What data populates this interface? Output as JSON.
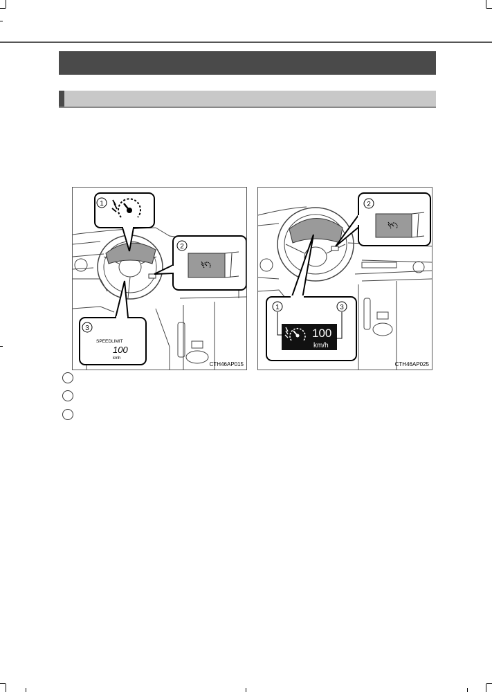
{
  "figures": [
    {
      "code": "CTH46AP015",
      "callouts": [
        "1",
        "2",
        "3"
      ],
      "speed_limit_label": "SPEEDLIMIT",
      "speed_value": "100",
      "speed_unit": "kmh"
    },
    {
      "code": "CTH46AP025",
      "callouts": [
        "1",
        "2",
        "3"
      ],
      "speed_value": "100",
      "speed_unit": "km/h"
    }
  ],
  "legend_items": [
    {
      "number": ""
    },
    {
      "number": ""
    },
    {
      "number": ""
    }
  ],
  "icons": {
    "cruise": "speed-limiter-icon"
  },
  "colors": {
    "title_bar": "#4a4a4a",
    "section_bar": "#c8c8c8",
    "lcd_screen": "#111111",
    "switch_fill": "#9a9a9a"
  }
}
